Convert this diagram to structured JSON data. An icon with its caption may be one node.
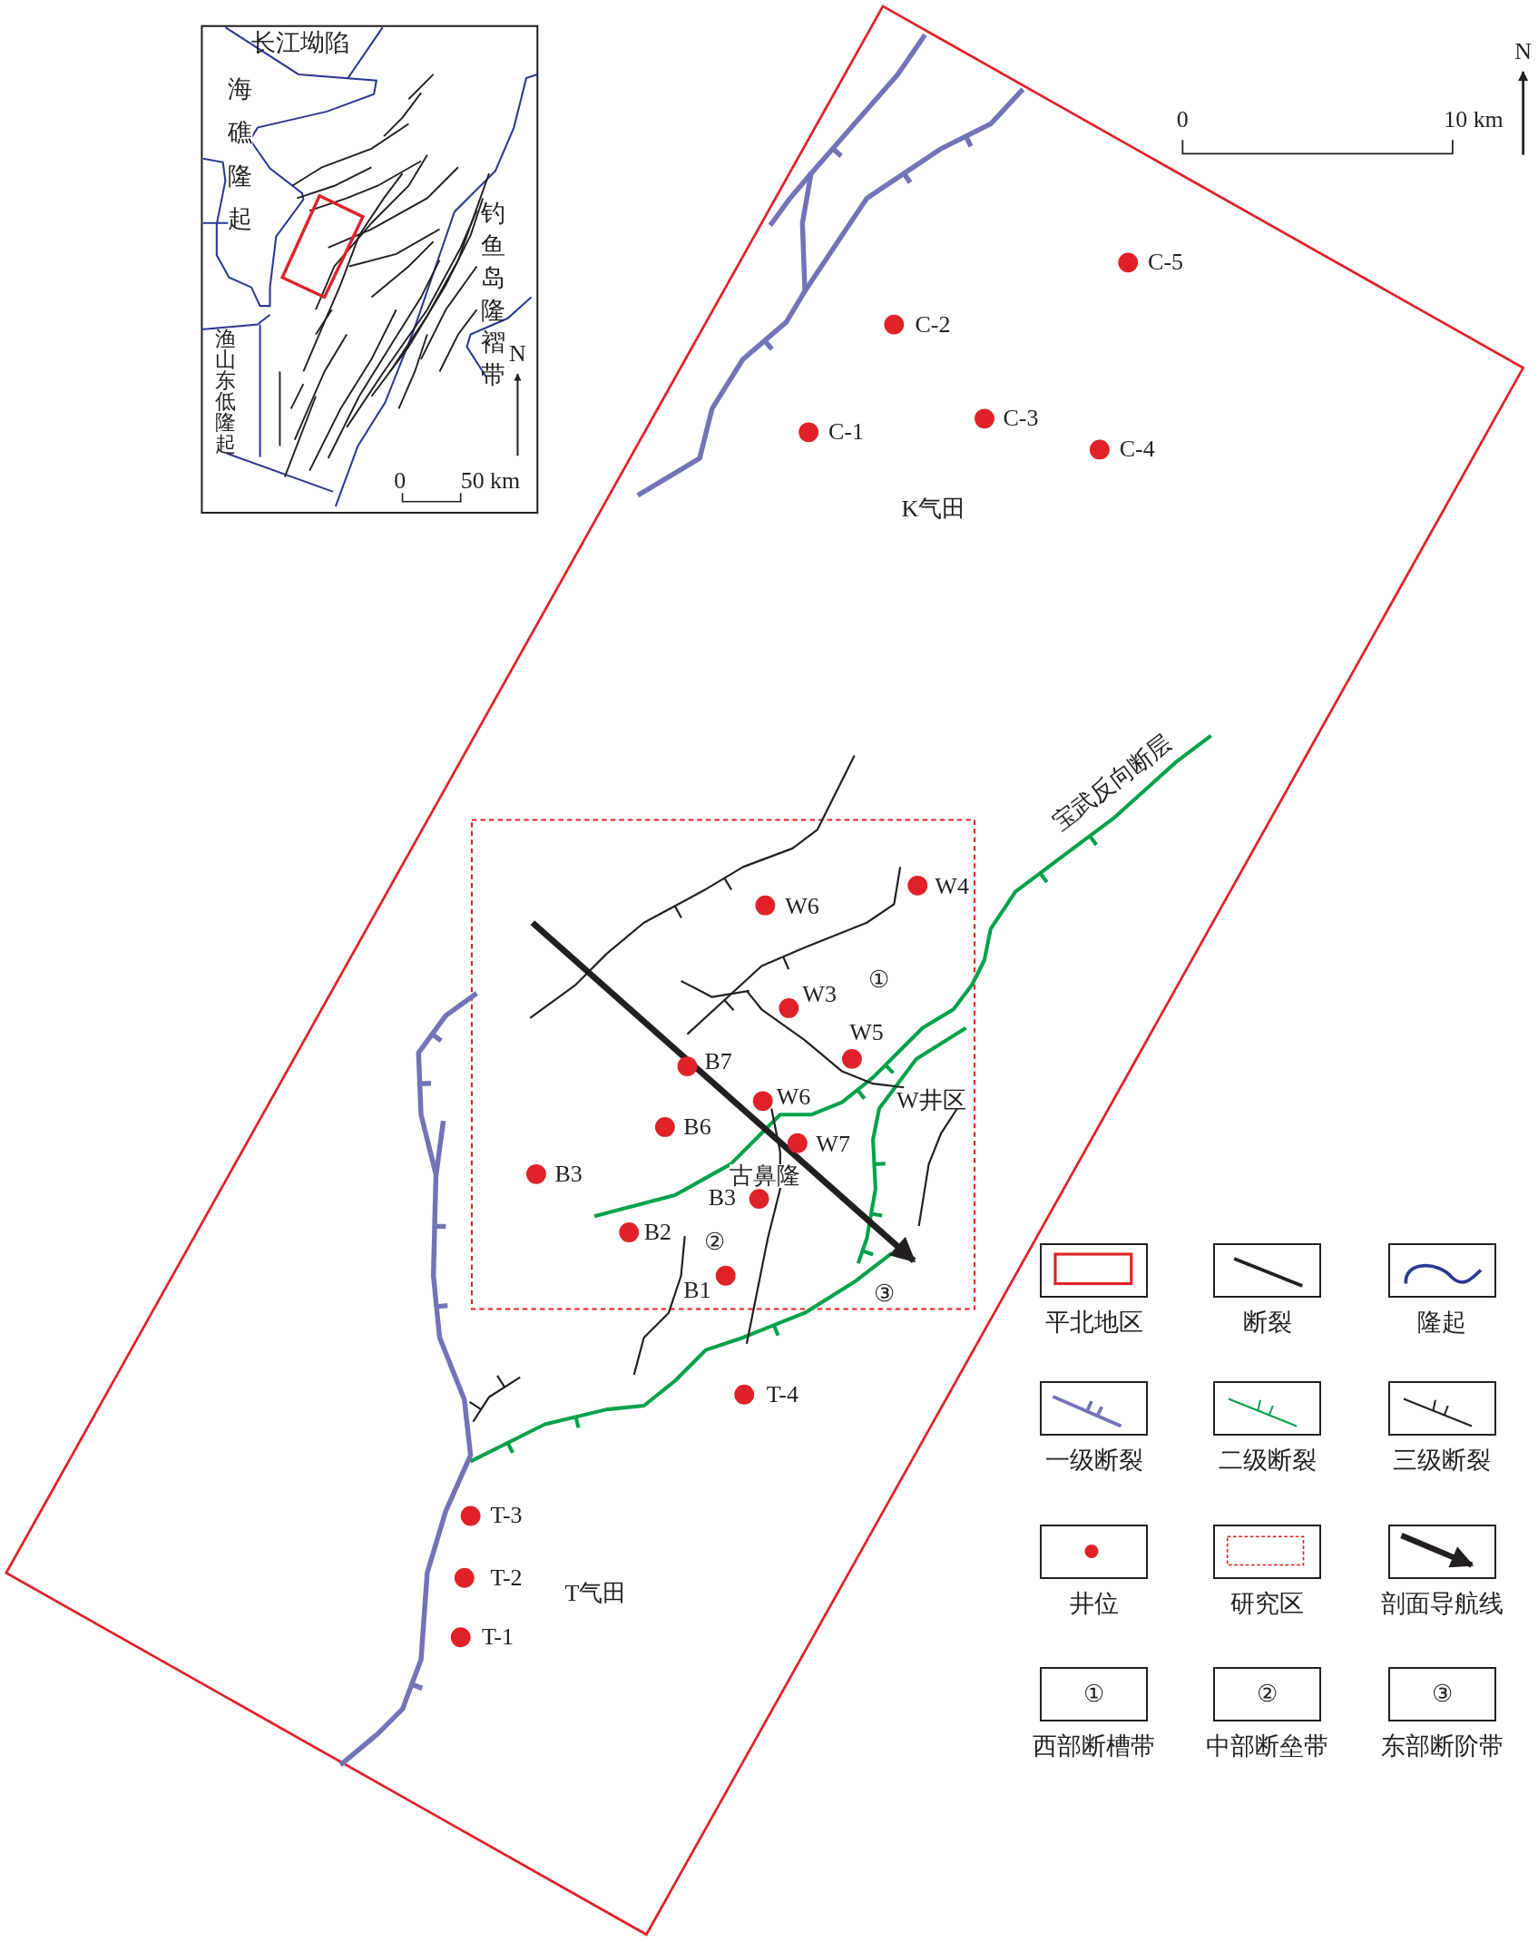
{
  "diagram": {
    "labels": [
      "长江坳陷",
      "海礁隆起",
      "钓鱼岛隆褶带",
      "渔山东低隆起",
      "N",
      "0",
      "50 km",
      "N",
      "0",
      "10 km",
      "C-5",
      "C-2",
      "C-1",
      "C-3",
      "C-4",
      "K气田",
      "宝武反向断层",
      "W4",
      "W6",
      "①",
      "W3",
      "W5",
      "B7",
      "W6",
      "W井区",
      "B6",
      "W7",
      "B3",
      "古鼻隆",
      "B3",
      "B2",
      "②",
      "B1",
      "③",
      "T-4",
      "T-3",
      "T-2",
      "T-1",
      "T气田",
      "①",
      "②",
      "③"
    ],
    "legend": [
      {
        "text": "平北地区"
      },
      {
        "text": "断裂"
      },
      {
        "text": "隆起"
      },
      {
        "text": "一级断裂"
      },
      {
        "text": "二级断裂"
      },
      {
        "text": "三级断裂"
      },
      {
        "text": "井位"
      },
      {
        "text": "研究区"
      },
      {
        "text": "剖面导航线"
      },
      {
        "text": "西部断槽带"
      },
      {
        "text": "中部断垒带"
      },
      {
        "text": "东部断阶带"
      }
    ]
  }
}
